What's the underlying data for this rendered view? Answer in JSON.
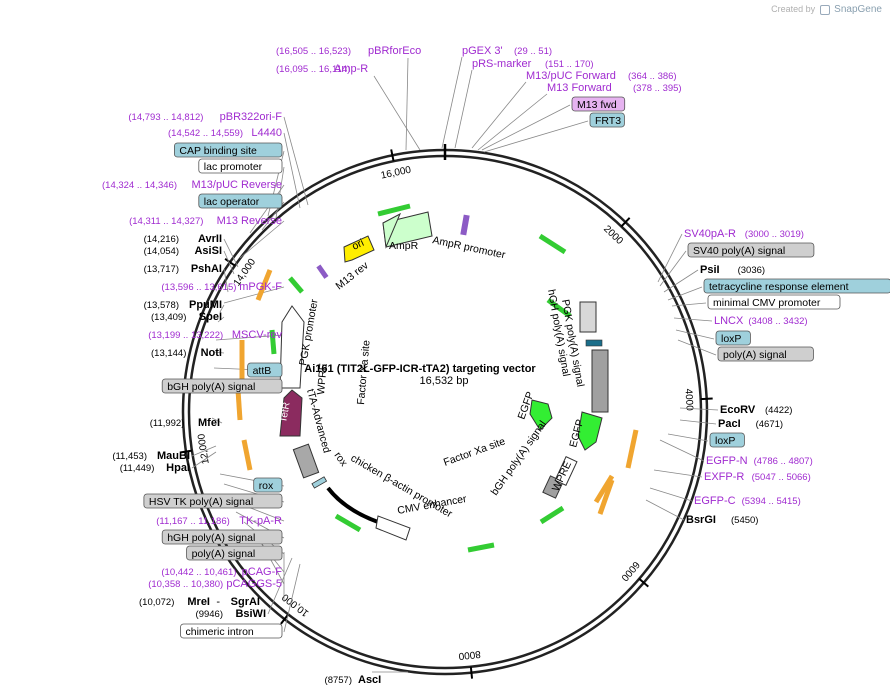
{
  "credit": {
    "created_by": "Created by",
    "brand": "SnapGene"
  },
  "center": {
    "title": "Ai161 (TIT2L-GFP-ICR-tTA2) targeting vector",
    "size": "16,532 bp"
  },
  "ticks": [
    "2000",
    "4000",
    "6000",
    "8000",
    "10,000",
    "12,000",
    "14,000",
    "16,000"
  ],
  "primers_top": [
    {
      "loc": "(16,505 .. 16,523)",
      "name": "pBRforEco"
    },
    {
      "loc": "(16,095 .. 16,114)",
      "name": "Amp-R"
    },
    {
      "name": "pGEX 3'",
      "loc": "(29 .. 51)"
    },
    {
      "name": "pRS-marker",
      "loc": "(151 .. 170)"
    },
    {
      "name": "M13/pUC Forward",
      "loc": "(364 .. 386)"
    },
    {
      "name": "M13 Forward",
      "loc": "(378 .. 395)"
    }
  ],
  "right_labels": [
    {
      "type": "box",
      "text": "M13 fwd",
      "style": "purple"
    },
    {
      "type": "box",
      "text": "FRT3",
      "style": "blue"
    },
    {
      "type": "primer",
      "name": "SV40pA-R",
      "loc": "(3000 .. 3019)"
    },
    {
      "type": "box",
      "text": "SV40 poly(A) signal",
      "style": "gray"
    },
    {
      "type": "site",
      "name": "PsiI",
      "loc": "(3036)"
    },
    {
      "type": "box",
      "text": "tetracycline response element",
      "style": "blue"
    },
    {
      "type": "box",
      "text": "minimal CMV promoter",
      "style": "white"
    },
    {
      "type": "primer",
      "name": "LNCX",
      "loc": "(3408 .. 3432)"
    },
    {
      "type": "box",
      "text": "loxP",
      "style": "blue"
    },
    {
      "type": "box",
      "text": "poly(A) signal",
      "style": "gray"
    },
    {
      "type": "site",
      "name": "EcoRV",
      "loc": "(4422)"
    },
    {
      "type": "site",
      "name": "PacI",
      "loc": "(4671)"
    },
    {
      "type": "box",
      "text": "loxP",
      "style": "blue"
    },
    {
      "type": "primer",
      "name": "EGFP-N",
      "loc": "(4786 .. 4807)"
    },
    {
      "type": "primer",
      "name": "EXFP-R",
      "loc": "(5047 .. 5066)"
    },
    {
      "type": "primer",
      "name": "EGFP-C",
      "loc": "(5394 .. 5415)"
    },
    {
      "type": "site",
      "name": "BsrGI",
      "loc": "(5450)"
    }
  ],
  "left_labels": [
    {
      "type": "primer",
      "loc": "(14,793 .. 14,812)",
      "name": "pBR322ori-F"
    },
    {
      "type": "primer",
      "loc": "(14,542 .. 14,559)",
      "name": "L4440"
    },
    {
      "type": "box",
      "text": "CAP binding site",
      "style": "blue"
    },
    {
      "type": "box",
      "text": "lac promoter",
      "style": "white"
    },
    {
      "type": "primer",
      "loc": "(14,324 .. 14,346)",
      "name": "M13/pUC Reverse"
    },
    {
      "type": "box",
      "text": "lac operator",
      "style": "blue"
    },
    {
      "type": "primer",
      "loc": "(14,311 .. 14,327)",
      "name": "M13 Reverse"
    },
    {
      "type": "site",
      "loc": "(14,216)",
      "name": "AvrII"
    },
    {
      "type": "site",
      "loc": "(14,054)",
      "name": "AsiSI"
    },
    {
      "type": "site",
      "loc": "(13,717)",
      "name": "PshAI"
    },
    {
      "type": "primer",
      "loc": "(13,596 .. 13,615)",
      "name": "mPGK-F"
    },
    {
      "type": "site",
      "loc": "(13,578)",
      "name": "PpuMI"
    },
    {
      "type": "site",
      "loc": "(13,409)",
      "name": "SpeI"
    },
    {
      "type": "primer",
      "loc": "(13,199 .. 13,222)",
      "name": "MSCV-rev"
    },
    {
      "type": "site",
      "loc": "(13,144)",
      "name": "NotI"
    },
    {
      "type": "box",
      "text": "attB",
      "style": "blue"
    },
    {
      "type": "box",
      "text": "bGH poly(A) signal",
      "style": "gray"
    },
    {
      "type": "site",
      "loc": "(11,992)",
      "name": "MfeI"
    },
    {
      "type": "site",
      "loc": "(11,453)",
      "name": "MauBI"
    },
    {
      "type": "site",
      "loc": "(11,449)",
      "name": "HpaI"
    },
    {
      "type": "box",
      "text": "rox",
      "style": "blue"
    },
    {
      "type": "box",
      "text": "HSV TK poly(A) signal",
      "style": "gray"
    },
    {
      "type": "primer",
      "loc": "(11,167 .. 11,186)",
      "name": "TK-pA-R"
    },
    {
      "type": "box",
      "text": "hGH poly(A) signal",
      "style": "gray"
    },
    {
      "type": "box",
      "text": "poly(A) signal",
      "style": "gray"
    },
    {
      "type": "primer",
      "loc": "(10,442 .. 10,461)",
      "name": "pCAG-F"
    },
    {
      "type": "primer",
      "loc": "(10,358 .. 10,380)",
      "name": "pCAGGS-5"
    },
    {
      "type": "site2",
      "loc": "(10,072)",
      "name": "MreI",
      "sep": "-",
      "name2": "SgrAI"
    },
    {
      "type": "site",
      "loc": "(9946)",
      "name": "BsiWI"
    },
    {
      "type": "box",
      "text": "chimeric intron",
      "style": "white"
    }
  ],
  "bottom_site": {
    "loc": "(8757)",
    "name": "AscI"
  },
  "inner_labels": {
    "ampr": "AmpR",
    "ampr_promoter": "AmpR promoter",
    "ori": "ori",
    "m13rev": "M13 rev",
    "pgk": "PGK promoter",
    "wpre_left": "WPRE",
    "factor_xa_left": "Factor Xa site",
    "tta": "tTA-Advanced",
    "tetr": "TetR",
    "rox": "rox",
    "chicken": "chicken β-actin promoter",
    "cmv_enh": "CMV enhancer",
    "hgh": "hGH poly(A) signal",
    "pgk_pa": "PGK poly(A) signal",
    "egfp1": "EGFP",
    "egfp2": "EGFP",
    "factor_xa_right": "Factor Xa site",
    "bgh_right": "bGH poly(A) signal",
    "wpre_right": "WPRE"
  },
  "colors": {
    "primer": "#a02bd0",
    "box_blue": "#9fd0dc",
    "box_gray": "#cfcfcf",
    "box_purple": "#e6b3f0",
    "egfp": "#33ee33",
    "ori": "#ffee00",
    "tetr": "#8b2b5f",
    "ampr": "#ccffcc",
    "orange_arrow": "#f0a530"
  }
}
